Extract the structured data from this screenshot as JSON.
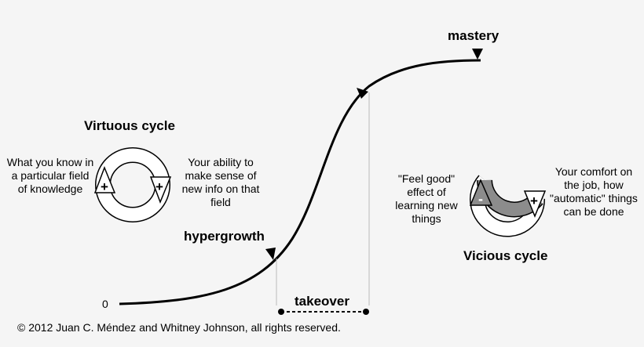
{
  "curve_labels": {
    "mastery": "mastery",
    "hypergrowth": "hypergrowth",
    "takeover": "takeover",
    "zero": "0"
  },
  "virtuous": {
    "title": "Virtuous cycle",
    "left_text": "What you know in a particular field of knowledge",
    "right_text": "Your ability to make sense of new info on that field",
    "left_sign": "+",
    "right_sign": "+"
  },
  "vicious": {
    "title": "Vicious cycle",
    "left_text": "\"Feel good\" effect of learning new things",
    "right_text": "Your comfort on the job, how \"automatic\" things can be done",
    "left_sign": "-",
    "right_sign": "+"
  },
  "copyright": "© 2012 Juan C. Méndez and Whitney Johnson, all rights reserved.",
  "colors": {
    "background": "#f5f5f5",
    "curve": "#000000",
    "cycle_fill": "#ffffff",
    "vicious_fill": "#8c8c8c"
  }
}
